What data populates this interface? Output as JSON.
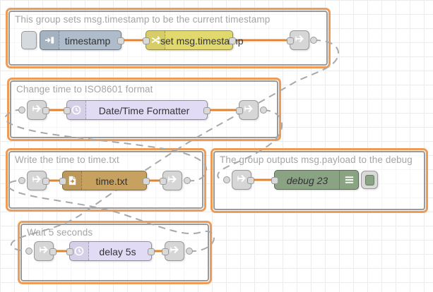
{
  "app": {
    "name": "Node-RED flow editor canvas"
  },
  "theme": {
    "group_outline": "#ed9b56",
    "group_border": "#9a9a9a",
    "wire_color": "#e2842e",
    "link_wire_color": "#a9a9a9",
    "inject_color": "#aebccb",
    "change_color": "#e2d96e",
    "time_color": "#e2dbf5",
    "file_color": "#c7a15f",
    "debug_color": "#8aa383",
    "link_node_color": "#d6d6d6",
    "label_color": "#333333",
    "title_color": "#a5a5a5",
    "grid_color": "#ececec"
  },
  "groups": [
    {
      "title": "This group sets msg.timestamp to be the current timestamp"
    },
    {
      "title": "Change time to ISO8601 format"
    },
    {
      "title": "Write the time to time.txt"
    },
    {
      "title": "The group outputs msg.payload to the debug"
    },
    {
      "title": "Wait 5 seconds"
    }
  ],
  "nodes": {
    "inject": {
      "label": "timestamp",
      "icon": "inject-arrow-icon"
    },
    "change": {
      "label": "set msg.timestamp",
      "icon": "change-crossed-arrows-icon"
    },
    "formatter": {
      "label": "Date/Time Formatter",
      "icon": "clock-icon"
    },
    "file": {
      "label": "time.txt",
      "icon": "file-out-icon"
    },
    "debug": {
      "label": "debug 23",
      "icon": "debug-list-icon"
    },
    "delay": {
      "label": "delay 5s",
      "icon": "clock-icon"
    },
    "link": {
      "icon": "link-arrow-icon"
    }
  }
}
